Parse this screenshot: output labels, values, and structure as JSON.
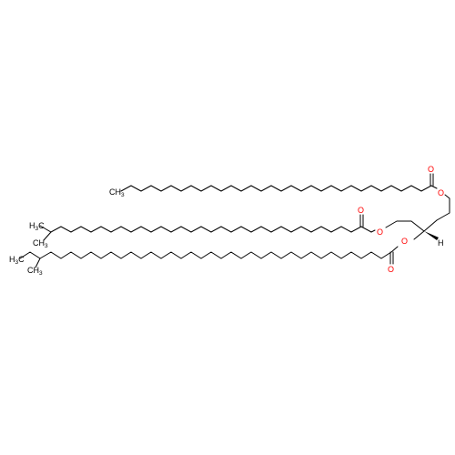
{
  "molecule": {
    "atom_labels": {
      "ch3_top": "CH",
      "ch3_top_sub": "3",
      "h3c_mid": "H",
      "h3c_mid_sub": "3",
      "h3c_mid_c": "C",
      "ch3_mid": "CH",
      "ch3_mid_sub": "3",
      "h3c_low": "H",
      "h3c_low_sub": "3",
      "h3c_low_c": "C",
      "ch3_low": "CH",
      "ch3_low_sub": "3",
      "o_carbonyl_1": "O",
      "o_ester_1": "O",
      "o_carbonyl_2": "O",
      "o_ester_2": "O",
      "o_carbonyl_3": "O",
      "o_ester_3": "O",
      "h_stereo": "H"
    },
    "colors": {
      "bond": "#000000",
      "oxygen": "#ff0000",
      "carbon_label": "#000000"
    }
  }
}
